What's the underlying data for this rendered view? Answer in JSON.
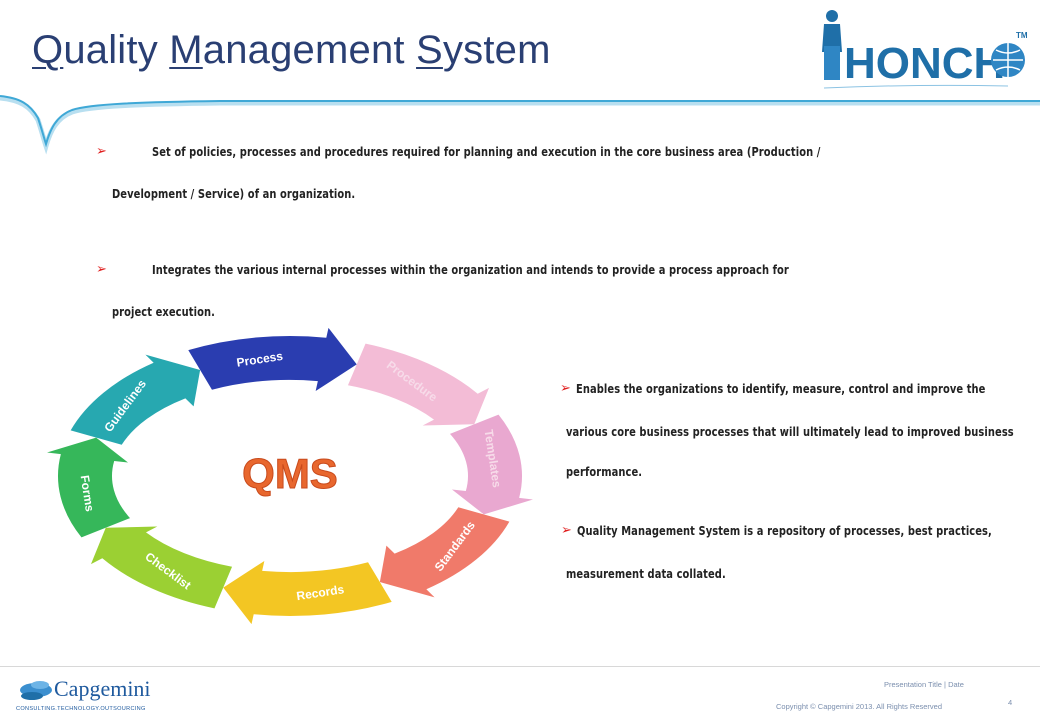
{
  "header": {
    "title_parts": [
      "Q",
      "uality ",
      "M",
      "anagement ",
      "S",
      "ystem"
    ]
  },
  "logo": {
    "text": "HONCH",
    "tm": "TM"
  },
  "bullets": [
    {
      "line1": "Set of policies, processes and procedures required for planning and execution in the core business area (Production /",
      "line2": "Development / Service) of an organization."
    },
    {
      "line1": "Integrates the various internal processes within the organization and intends to provide a process approach for",
      "line2": "project execution."
    },
    {
      "line1": "Enables the organizations to identify, measure, control and improve the",
      "line2": "various core business processes that will ultimately lead to improved business",
      "line3": "performance."
    },
    {
      "line1": "Quality Management System is a repository of processes, best practices,",
      "line2": "measurement data collated."
    }
  ],
  "bullet_marker": "➢",
  "cycle": {
    "center": "QMS",
    "segments": [
      "Process",
      "Procedure",
      "Templates",
      "Standards",
      "Records",
      "Checklist",
      "Forms",
      "Guidelines"
    ],
    "colors": [
      "#2a3db0",
      "#f3bcd6",
      "#e9a8d0",
      "#f07a6a",
      "#f3c623",
      "#9bd033",
      "#36b75a",
      "#27a8b0"
    ]
  },
  "footer": {
    "company": "Capgemini",
    "tagline": "CONSULTING.TECHNOLOGY.OUTSOURCING",
    "presentation": "Presentation Title | Date",
    "copyright": "Copyright © Capgemini 2013. All Rights Reserved",
    "page_number": "4"
  }
}
